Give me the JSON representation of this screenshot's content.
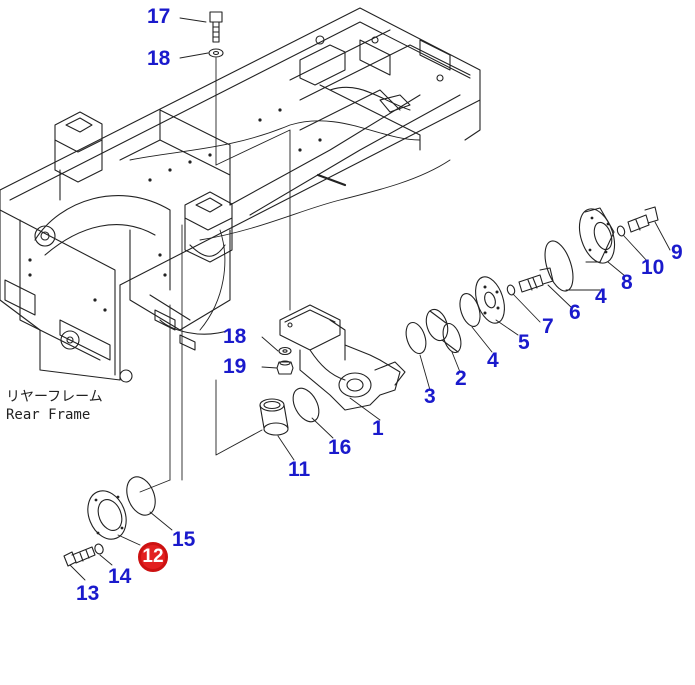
{
  "frame_label": {
    "jp": "リヤーフレーム",
    "en": "Rear Frame"
  },
  "callouts": {
    "c17": "17",
    "c18_top": "18",
    "c18_mid": "18",
    "c19": "19",
    "c1": "1",
    "c2": "2",
    "c3": "3",
    "c4_a": "4",
    "c4_b": "4",
    "c5": "5",
    "c6": "6",
    "c7": "7",
    "c8": "8",
    "c9": "9",
    "c10": "10",
    "c11": "11",
    "c12": "12",
    "c13": "13",
    "c14": "14",
    "c15": "15",
    "c16": "16"
  },
  "colors": {
    "callout": "#1a1acc",
    "highlight": "#e22020",
    "line": "#222222"
  }
}
